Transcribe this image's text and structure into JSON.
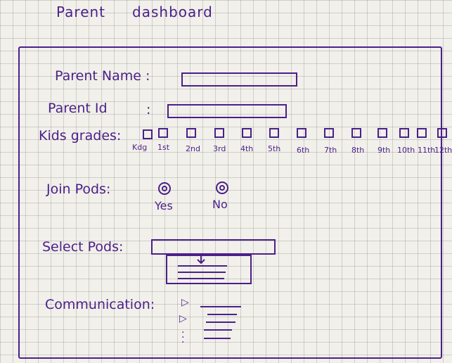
{
  "header": {
    "title_word1": "Parent",
    "title_word2": "dashboard"
  },
  "form": {
    "parent_name_label": "Parent Name :",
    "parent_id_label": "Parent Id",
    "parent_id_colon": ":",
    "kids_grades_label": "Kids grades:",
    "grades": [
      "Kdg",
      "1st",
      "2nd",
      "3rd",
      "4th",
      "5th",
      "6th",
      "7th",
      "8th",
      "9th",
      "10th",
      "11th",
      "12th"
    ],
    "join_pods_label": "Join Pods:",
    "join_options": [
      "Yes",
      "No"
    ],
    "select_pods_label": "Select Pods:",
    "communication_label": "Communication:"
  }
}
